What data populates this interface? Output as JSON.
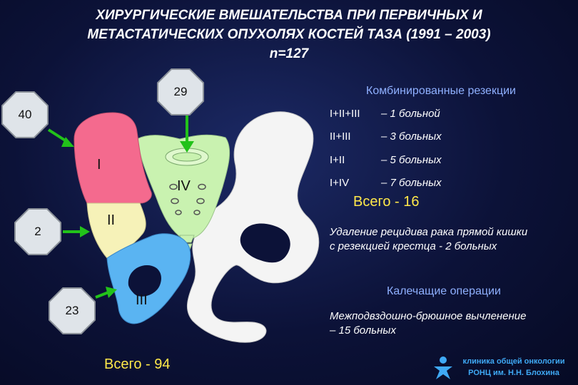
{
  "title": {
    "line1": "ХИРУРГИЧЕСКИЕ ВМЕШАТЕЛЬСТВА ПРИ ПЕРВИЧНЫХ И",
    "line2": "МЕТАСТАТИЧЕСКИХ ОПУХОЛЯХ КОСТЕЙ ТАЗА (1991 – 2003)",
    "line3": "n=127"
  },
  "badges": {
    "b29": "29",
    "b40": "40",
    "b2": "2",
    "b23": "23"
  },
  "zones": {
    "I": "I",
    "II": "II",
    "III": "III",
    "IV": "IV"
  },
  "left_total": "Всего - 94",
  "combined": {
    "heading": "Комбинированные резекции",
    "rows": [
      {
        "zones": "I+II+III",
        "count": "– 1 больной"
      },
      {
        "zones": "II+III",
        "count": "– 3 больных"
      },
      {
        "zones": "I+II",
        "count": "– 5 больных"
      },
      {
        "zones": "I+IV",
        "count": "– 7 больных"
      }
    ],
    "total": "Всего - 16"
  },
  "recurrence": {
    "line1": "Удаление рецидива рака прямой кишки",
    "line2": "с резекцией крестца  - 2 больных"
  },
  "mutilating": {
    "heading": "Калечащие операции",
    "line1": "Межподвздошно-брюшное вычленение",
    "line2": "– 15 больных"
  },
  "footer": {
    "line1": "клиника общей онкологии",
    "line2": "РОНЦ им. Н.Н. Блохина"
  },
  "colors": {
    "zone_I": "#f46a8e",
    "zone_II": "#f6f2b8",
    "zone_III": "#5ab4f2",
    "zone_IV": "#c9f2b0",
    "arrow": "#22c21a",
    "heading_blue": "#8fb0ff"
  }
}
